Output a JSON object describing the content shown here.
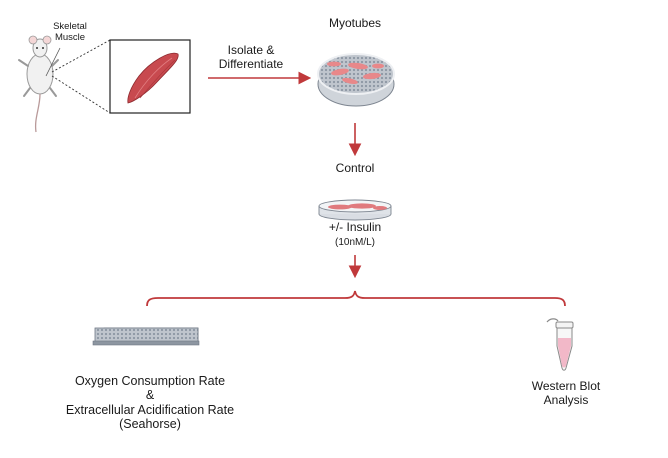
{
  "source_label": {
    "line1": "Skeletal",
    "line2": "Muscle"
  },
  "step1_label": {
    "line1": "Isolate &",
    "line2": "Differentiate"
  },
  "myotubes_label": "Myotubes",
  "control_label": "Control",
  "insulin_label": "+/- Insulin",
  "insulin_dose": "(10nM/L)",
  "seahorse_label": {
    "line1": "Oxygen Consumption Rate",
    "line2": "&",
    "line3": "Extracellular Acidification Rate",
    "line4": "(Seahorse)"
  },
  "western_label": {
    "line1": "Western Blot",
    "line2": "Analysis"
  },
  "colors": {
    "arrow": "#c0393b",
    "muscle": "#c84a4f",
    "cells": "#e8888a",
    "dish": "#d9dde3",
    "tube_liquid": "#f2b8c8"
  }
}
